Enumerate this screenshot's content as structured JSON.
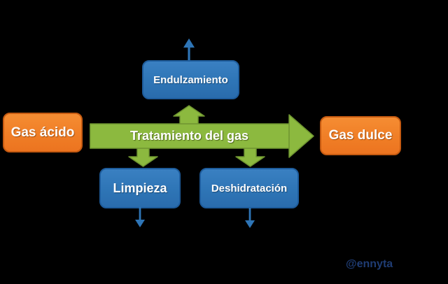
{
  "diagram": {
    "title_hint": "Gas treatment flow diagram",
    "nodes": {
      "endulzamiento": "Endulzamiento",
      "gas_acido": "Gas ácido",
      "gas_dulce": "Gas dulce",
      "limpieza": "Limpieza",
      "deshidratacion": "Deshidratación"
    },
    "flow": {
      "main_label": "Tratamiento del gas"
    },
    "watermark": "@ennyta"
  },
  "colors": {
    "bg": "#000000",
    "process_green": "#8cb93f",
    "process_green_dark": "#6e9430",
    "node_blue": "#2e75b6",
    "blue_border": "#1e5c9c",
    "node_orange": "#f07e26",
    "orange_border": "#c55a11",
    "arrow_blue": "#2e75b6",
    "watermark_blue": "#1f3c73"
  }
}
